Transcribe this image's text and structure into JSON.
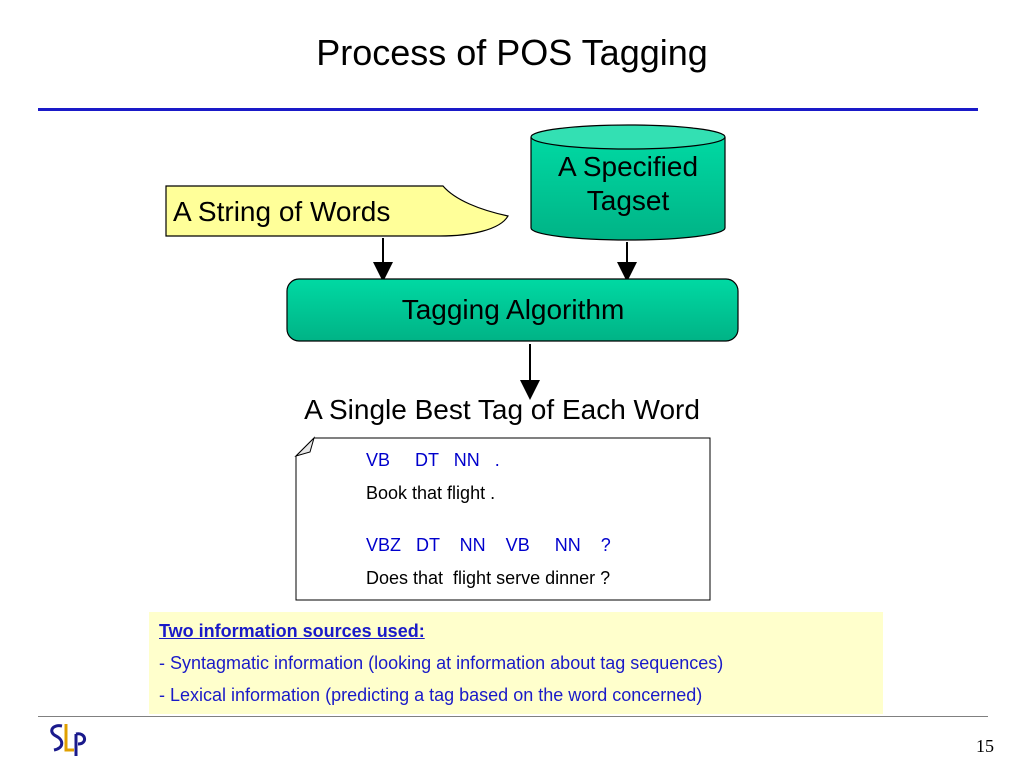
{
  "slide": {
    "title": "Process of POS Tagging",
    "page_number": "15",
    "colors": {
      "title_rule": "#1a1ac8",
      "teal_fill": "#00cc99",
      "input_fill": "#ffff99",
      "info_bg": "#ffffcc",
      "info_text": "#1a1ac8",
      "tag_text": "#0000cc"
    }
  },
  "diagram": {
    "input_label": "A String of Words",
    "tagset_label": "A Specified Tagset",
    "algorithm_label": "Tagging Algorithm",
    "output_label": "A Single Best Tag of Each Word"
  },
  "examples": [
    {
      "tags": "VB     DT   NN   .",
      "words": "Book that flight ."
    },
    {
      "tags": "VBZ   DT    NN    VB     NN    ?",
      "words": "Does that  flight serve dinner ?"
    }
  ],
  "info": {
    "heading": "Two information sources used:",
    "lines": [
      "- Syntagmatic information (looking at information about tag sequences)",
      "- Lexical information (predicting a tag based on the word concerned)"
    ]
  },
  "logo": {
    "name": "slp-logo-icon"
  }
}
